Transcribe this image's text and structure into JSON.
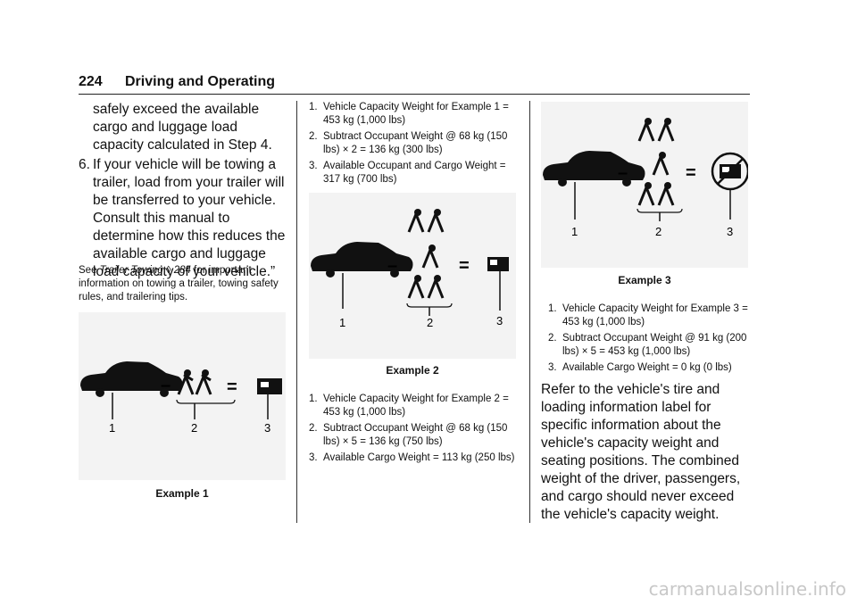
{
  "header": {
    "page_number": "224",
    "section": "Driving and Operating"
  },
  "col1": {
    "para_a": "safely exceed the available cargo and luggage load capacity calculated in Step 4.",
    "step6_num": "6.",
    "step6_text": "If your vehicle will be towing a trailer, load from your trailer will be transferred to your vehicle. Consult this manual to determine how this reduces the available cargo and luggage load capacity of your vehicle.”",
    "see_prefix": "See",
    "see_link": "Trailer Towing",
    "see_arrow": "◊",
    "see_page": "284",
    "see_rest": "for important information on towing a trailer, towing safety rules, and trailering tips.",
    "figure_caption": "Example 1"
  },
  "col2": {
    "list_top": [
      {
        "num": "1.",
        "text": "Vehicle Capacity Weight for Example 1 = 453 kg (1,000 lbs)"
      },
      {
        "num": "2.",
        "text": "Subtract Occupant Weight @ 68 kg (150 lbs) × 2 = 136 kg (300 lbs)"
      },
      {
        "num": "3.",
        "text": "Available Occupant and Cargo Weight = 317 kg (700 lbs)"
      }
    ],
    "figure_caption": "Example 2",
    "list_bottom": [
      {
        "num": "1.",
        "text": "Vehicle Capacity Weight for Example 2 = 453 kg (1,000 lbs)"
      },
      {
        "num": "2.",
        "text": "Subtract Occupant Weight @ 68 kg (150 lbs) × 5 = 136 kg (750 lbs)"
      },
      {
        "num": "3.",
        "text": "Available Cargo Weight = 113 kg (250 lbs)"
      }
    ]
  },
  "col3": {
    "figure_caption": "Example 3",
    "list": [
      {
        "num": "1.",
        "text": "Vehicle Capacity Weight for Example 3 = 453 kg (1,000 lbs)"
      },
      {
        "num": "2.",
        "text": "Subtract Occupant Weight @ 91 kg (200 lbs) × 5 = 453 kg (1,000 lbs)"
      },
      {
        "num": "3.",
        "text": "Available Cargo Weight = 0 kg (0 lbs)"
      }
    ],
    "para": "Refer to the vehicle's tire and loading information label for specific information about the vehicle's capacity weight and seating positions. The combined weight of the driver, passengers, and cargo should never exceed the vehicle's capacity weight."
  },
  "figures": {
    "minus": "–",
    "equals": "=",
    "label1": "1",
    "label2": "2",
    "label3": "3"
  },
  "watermark": "carmanualsonline.info"
}
